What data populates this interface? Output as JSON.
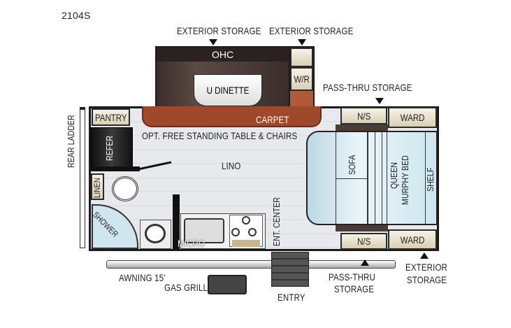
{
  "model": "2104S",
  "labels": {
    "exterior_storage_1": "EXTERIOR STORAGE",
    "exterior_storage_2": "EXTERIOR STORAGE",
    "ohc": "OHC",
    "u_dinette": "U DINETTE",
    "wr": "W/R",
    "pass_thru_top": "PASS-THRU STORAGE",
    "carpet": "CARPET",
    "opt_table": "OPT. FREE STANDING TABLE & CHAIRS",
    "pantry": "PANTRY",
    "refer": "REFER",
    "linen": "LINEN",
    "shower": "SHOWER",
    "lino": "LINO",
    "micro": "MICRO",
    "ent_center": "ENT. CENTER",
    "ns_top": "N/S",
    "ward_top": "WARD",
    "sofa": "SOFA",
    "queen_bed_1": "QUEEN",
    "queen_bed_2": "MURPHY BED",
    "shelf": "SHELF",
    "ns_bottom": "N/S",
    "ward_bottom": "WARD",
    "rear_ladder": "REAR LADDER",
    "awning": "AWNING 15'",
    "gas_grill": "GAS GRILL",
    "entry": "ENTRY",
    "pass_thru_bottom_1": "PASS-THRU",
    "pass_thru_bottom_2": "STORAGE",
    "exterior_storage_bottom_1": "EXTERIOR",
    "exterior_storage_bottom_2": "STORAGE"
  },
  "colors": {
    "carpet": "#a0482a",
    "slideout": "#4a3a36",
    "lino": "#e4e6ea",
    "bed": "#cde6f0",
    "cabinet": "#e8e0c8"
  }
}
